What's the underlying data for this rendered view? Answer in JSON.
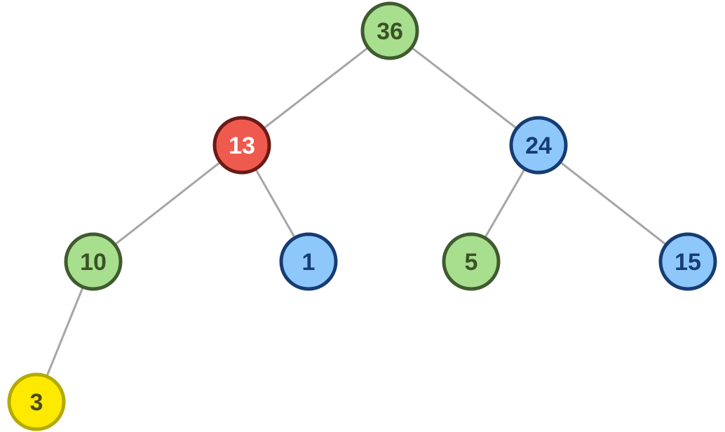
{
  "colors": {
    "edge": "#a6a6a6",
    "green": {
      "fill": "#a8df8e",
      "stroke": "#3f5b2f",
      "text": "#3b5228"
    },
    "red": {
      "fill": "#ef5a4f",
      "stroke": "#6b1a16",
      "text": "#ffffff"
    },
    "blue": {
      "fill": "#8ec8fb",
      "stroke": "#163c73",
      "text": "#163c73"
    },
    "yellow": {
      "fill": "#fdea00",
      "stroke": "#b3ab00",
      "text": "#4a4a20"
    }
  },
  "nodes": [
    {
      "id": "n36",
      "label": "36",
      "color": "green"
    },
    {
      "id": "n13",
      "label": "13",
      "color": "red"
    },
    {
      "id": "n24",
      "label": "24",
      "color": "blue"
    },
    {
      "id": "n10",
      "label": "10",
      "color": "green"
    },
    {
      "id": "n1",
      "label": "1",
      "color": "blue"
    },
    {
      "id": "n5",
      "label": "5",
      "color": "green"
    },
    {
      "id": "n15",
      "label": "15",
      "color": "blue"
    },
    {
      "id": "n3",
      "label": "3",
      "color": "yellow"
    }
  ],
  "edges": [
    {
      "from": "n36",
      "to": "n13"
    },
    {
      "from": "n36",
      "to": "n24"
    },
    {
      "from": "n13",
      "to": "n10"
    },
    {
      "from": "n13",
      "to": "n1"
    },
    {
      "from": "n24",
      "to": "n5"
    },
    {
      "from": "n24",
      "to": "n15"
    },
    {
      "from": "n10",
      "to": "n3"
    }
  ]
}
